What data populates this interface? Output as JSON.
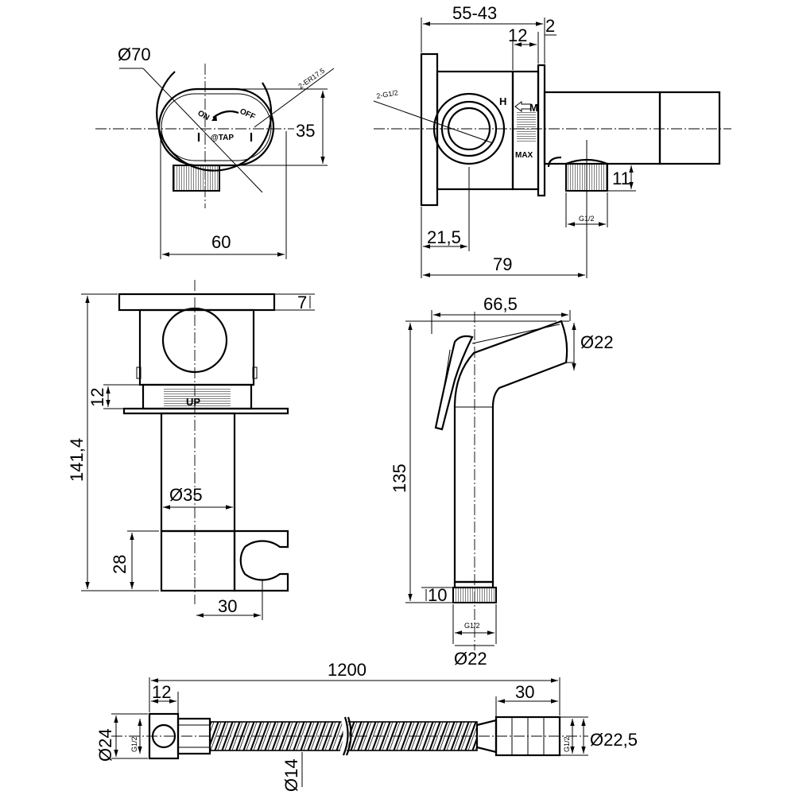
{
  "views": {
    "front": {
      "dia_outer": "Ø70",
      "thread_label": "2-ER17.5",
      "on": "ON",
      "off": "OFF",
      "brand": "@TAP",
      "height": "35",
      "width": "60"
    },
    "side": {
      "depth": "55-43",
      "d12": "12",
      "d2": "2",
      "port": "2-G1/2",
      "h_mark": "H",
      "m_mark": "M",
      "max_mark": "MAX",
      "d11": "11",
      "thread": "G1/2",
      "d215": "21,5",
      "d79": "79"
    },
    "bottom": {
      "d7": "7",
      "d12": "12",
      "up": "UP",
      "total": "141,4",
      "dia35": "Ø35",
      "d28": "28",
      "d30": "30"
    },
    "sprayer": {
      "width": "66,5",
      "dia_head": "Ø22",
      "height": "135",
      "d10": "10",
      "thread": "G1/2",
      "dia_base": "Ø22"
    },
    "hose": {
      "length": "1200",
      "d12": "12",
      "d30": "30",
      "dia24": "Ø24",
      "thread_l": "G1/2",
      "dia14": "Ø14",
      "thread_r": "G1/2",
      "dia225": "Ø22,5"
    }
  }
}
